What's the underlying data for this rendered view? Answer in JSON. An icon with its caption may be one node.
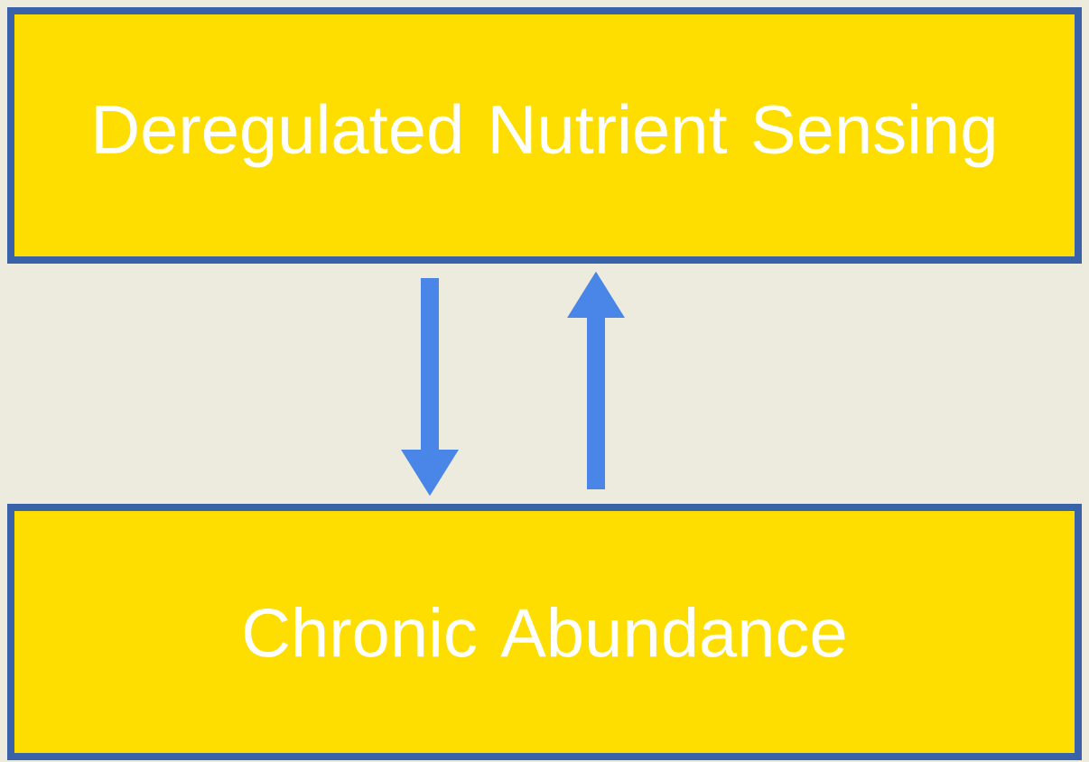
{
  "diagram": {
    "nodes": [
      {
        "text": [
          "Deregulated Nutrient Sensing"
        ]
      },
      {
        "text": [
          "Chronic Abundance"
        ]
      }
    ],
    "edges": [
      {
        "from": 0,
        "to": 1,
        "arrow": "to"
      },
      {
        "from": 1,
        "to": 0,
        "arrow": "to"
      }
    ]
  }
}
